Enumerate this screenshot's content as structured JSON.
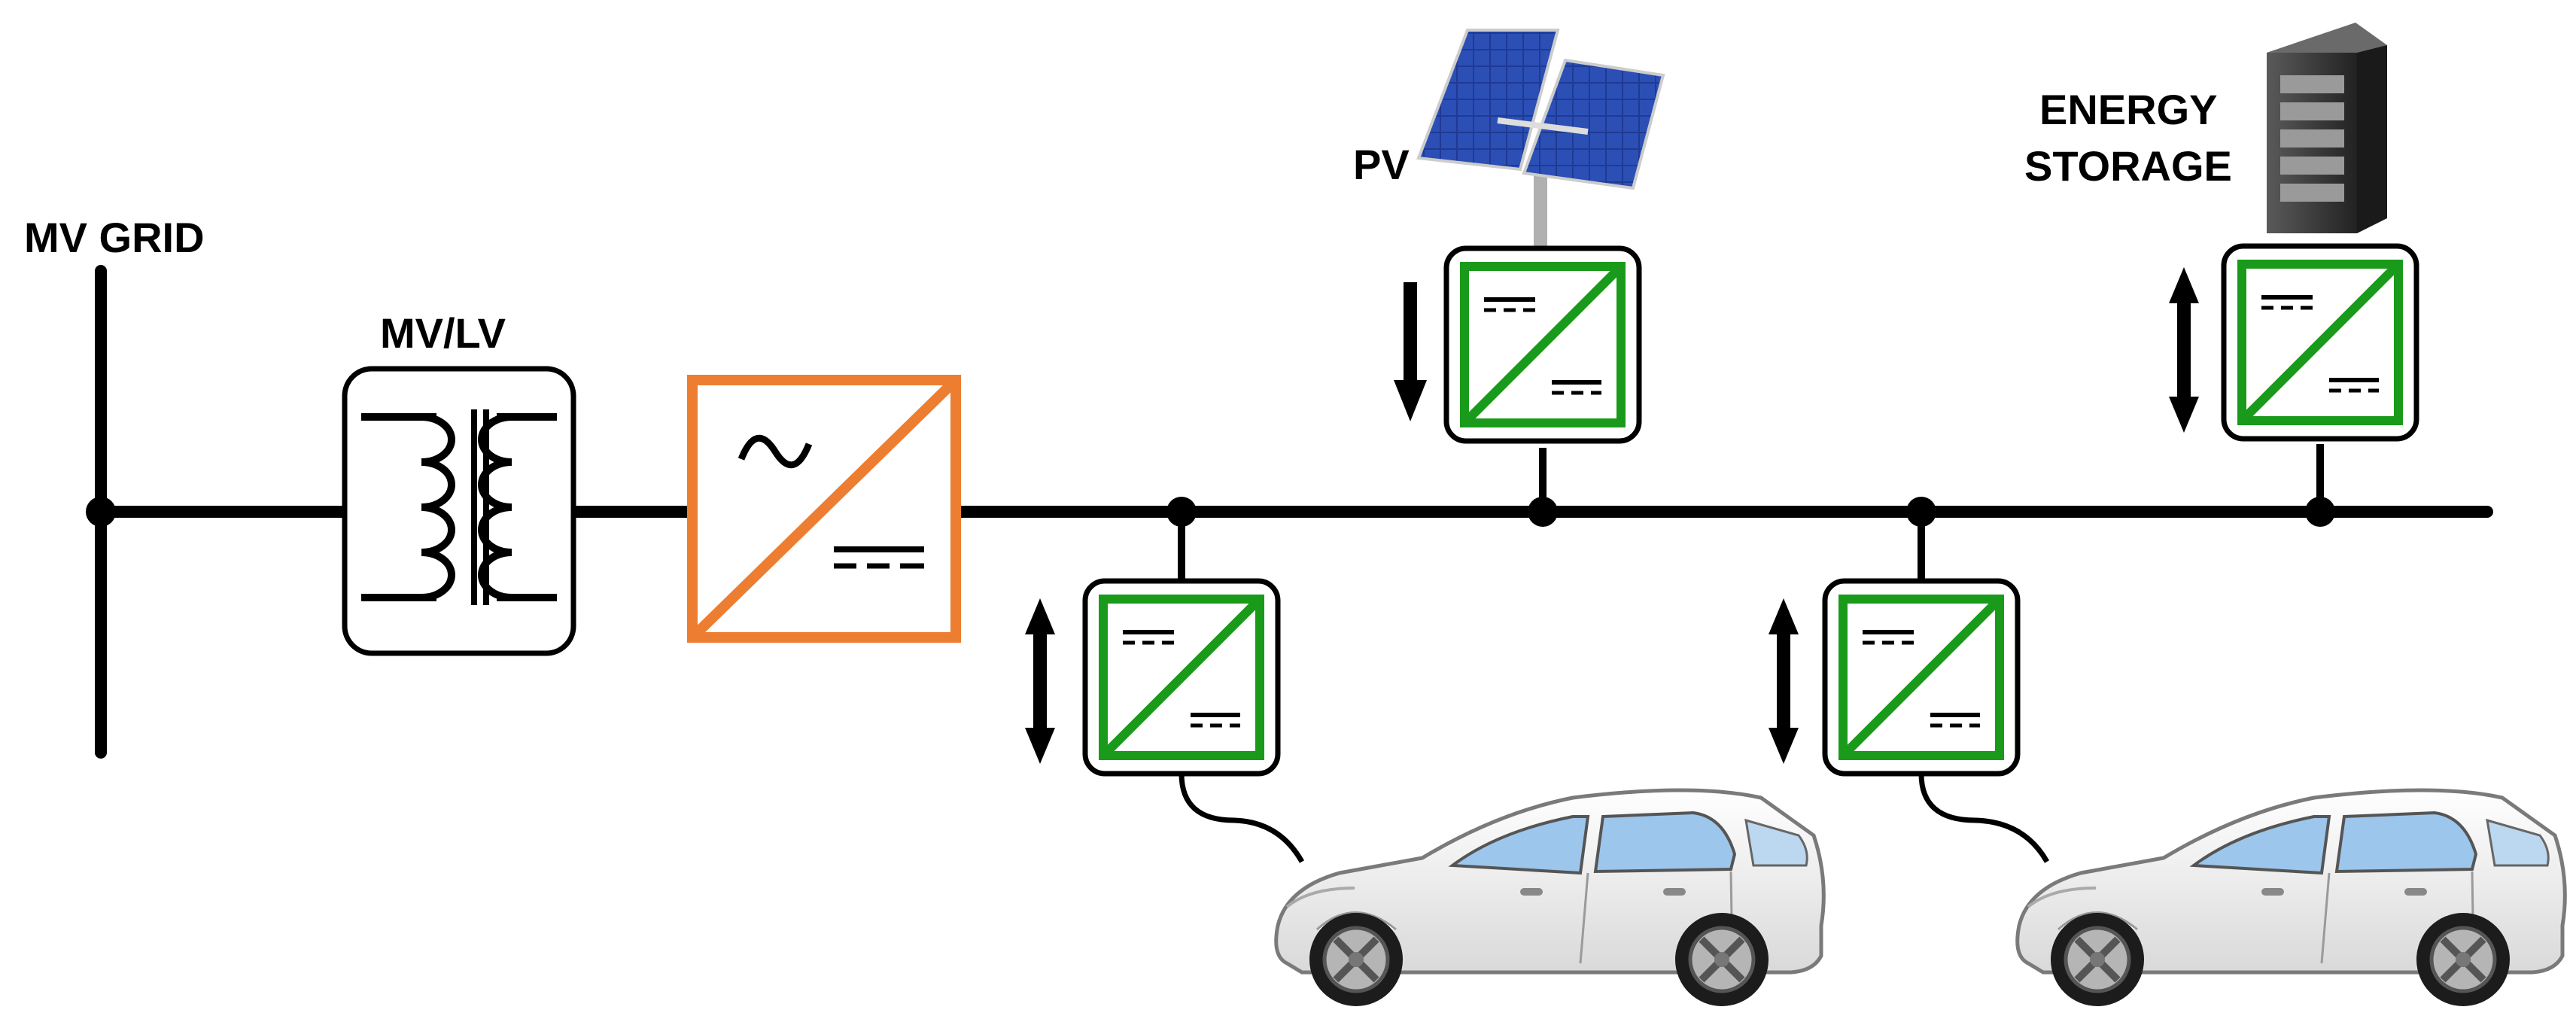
{
  "labels": {
    "mv_grid": "MV GRID",
    "transformer": "MV/LV",
    "pv": "PV",
    "storage_line1": "ENERGY",
    "storage_line2": "STORAGE"
  },
  "colors": {
    "bus": "#000000",
    "ac_dc_converter": "#ED7D31",
    "dc_dc_converter": "#1A9A1A",
    "pv_panel": "#1F3A93",
    "car_window": "#9CC6EC",
    "storage_rack": "#3A3A3A"
  },
  "icons": {
    "transformer": "transformer-icon",
    "ac_dc_converter": "ac-dc-converter-icon",
    "dc_dc_converter": "dc-dc-converter-icon",
    "pv_panel": "solar-panel-icon",
    "storage": "battery-rack-icon",
    "ev": "electric-car-icon",
    "bidirectional_arrow": "bidirectional-arrow-icon",
    "down_arrow": "down-arrow-icon"
  }
}
